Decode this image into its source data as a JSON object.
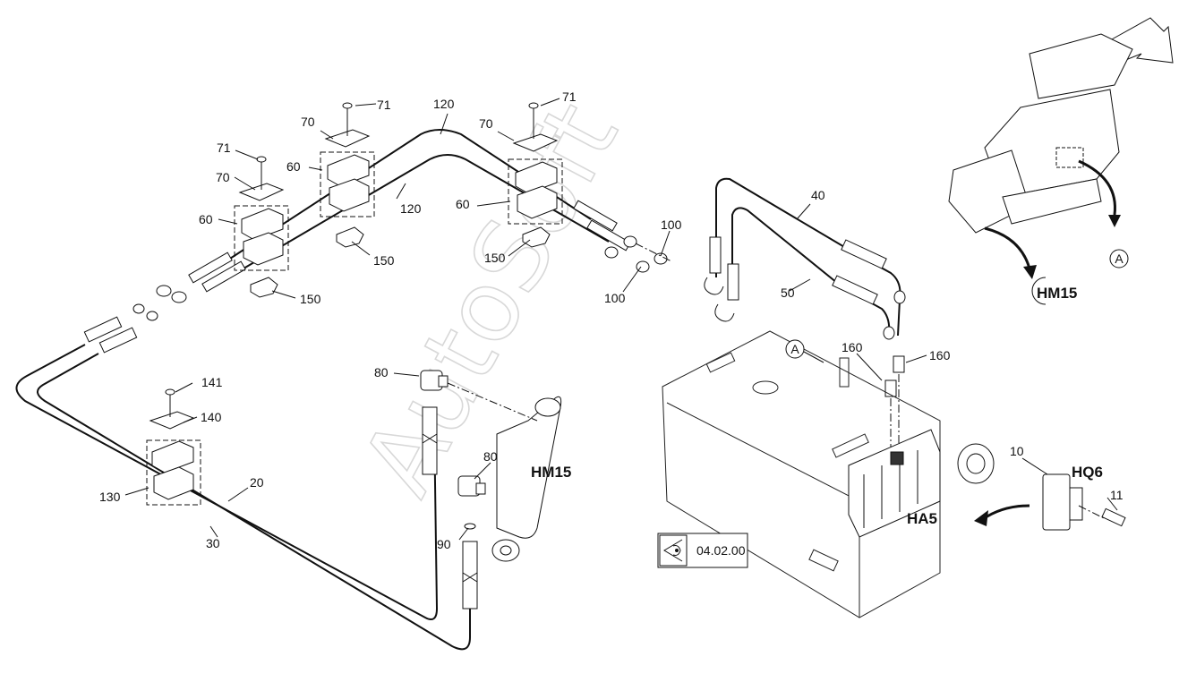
{
  "watermark": "AutoSoft",
  "callouts": {
    "c71a": "71",
    "c71b": "71",
    "c71c": "71",
    "c70a": "70",
    "c70b": "70",
    "c70c": "70",
    "c60a": "60",
    "c60b": "60",
    "c60c": "60",
    "c120a": "120",
    "c120b": "120",
    "c150a": "150",
    "c150b": "150",
    "c150c": "150",
    "c100a": "100",
    "c100b": "100",
    "c40": "40",
    "c50": "50",
    "c160a": "160",
    "c160b": "160",
    "c80a": "80",
    "c80b": "80",
    "c90": "90",
    "c141": "141",
    "c140": "140",
    "c130": "130",
    "c20": "20",
    "c30": "30",
    "c10": "10",
    "c11": "11"
  },
  "component_labels": {
    "hm15_main": "HM15",
    "hm15_inset": "HM15",
    "ha5": "HA5",
    "hq6": "HQ6",
    "view_a_main": "A",
    "view_a_inset": "A"
  },
  "reference_box": {
    "text": "04.02.00",
    "icon": "eye-icon"
  },
  "icons": [
    "eye-icon",
    "direction-arrow-icon",
    "curved-arrow-icon"
  ]
}
